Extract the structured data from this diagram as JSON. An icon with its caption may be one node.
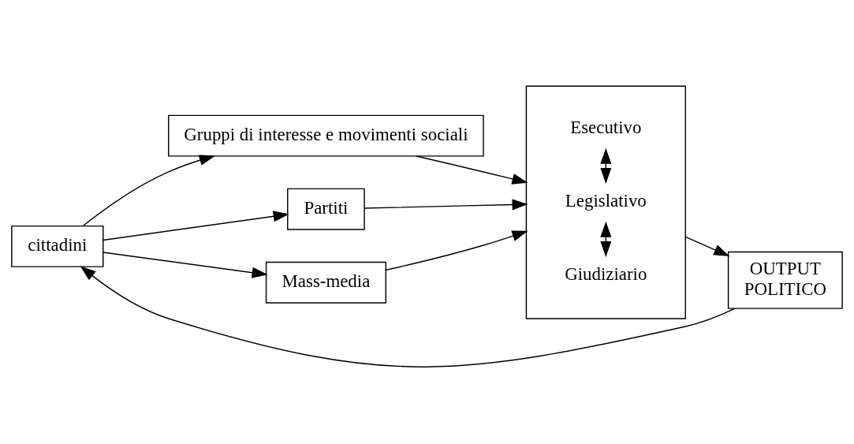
{
  "diagram": {
    "nodes": [
      {
        "text": [
          "cittadini"
        ]
      },
      {
        "text": [
          "Gruppi di interesse e movimenti sociali"
        ]
      },
      {
        "text": [
          "Partiti"
        ]
      },
      {
        "text": [
          "Mass-media"
        ]
      },
      {
        "text": [],
        "shape": "box"
      },
      {
        "text": [
          "Esecutivo"
        ],
        "in": 4
      },
      {
        "text": [
          "Legislativo"
        ],
        "in": 4
      },
      {
        "text": [
          "Giudiziario"
        ],
        "in": 4
      },
      {
        "text": [
          "OUTPUT",
          "POLITICO"
        ]
      }
    ],
    "edges": [
      {
        "from": 0,
        "to": 1,
        "arrow": "to"
      },
      {
        "from": 0,
        "to": 2,
        "arrow": "to"
      },
      {
        "from": 0,
        "to": 3,
        "arrow": "to"
      },
      {
        "from": 1,
        "to": 4,
        "arrow": "to"
      },
      {
        "from": 2,
        "to": 4,
        "arrow": "to"
      },
      {
        "from": 3,
        "to": 4,
        "arrow": "to"
      },
      {
        "from": 5,
        "to": 6,
        "arrow": "both"
      },
      {
        "from": 6,
        "to": 7,
        "arrow": "both"
      },
      {
        "from": 4,
        "to": 8,
        "arrow": "to"
      },
      {
        "from": 8,
        "to": 0,
        "arrow": "to"
      }
    ]
  }
}
